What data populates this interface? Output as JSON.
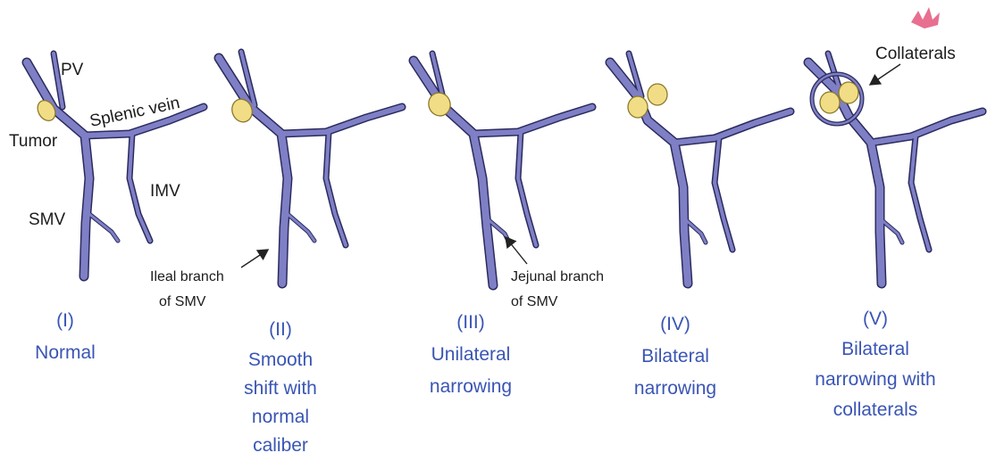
{
  "labels": {
    "pv": "PV",
    "splenic_vein": "Splenic vein",
    "tumor": "Tumor",
    "imv": "IMV",
    "smv": "SMV",
    "ileal_branch_line1": "Ileal branch",
    "ileal_branch_line2": "of SMV",
    "jejunal_branch_line1": "Jejunal branch",
    "jejunal_branch_line2": "of SMV",
    "collaterals": "Collaterals"
  },
  "stages": [
    {
      "numeral": "(I)",
      "caption": [
        "Normal"
      ]
    },
    {
      "numeral": "(II)",
      "caption": [
        "Smooth",
        "shift with",
        "normal",
        "caliber"
      ]
    },
    {
      "numeral": "(III)",
      "caption": [
        "Unilateral",
        "narrowing"
      ]
    },
    {
      "numeral": "(IV)",
      "caption": [
        "Bilateral",
        "narrowing"
      ]
    },
    {
      "numeral": "(V)",
      "caption": [
        "Bilateral",
        "narrowing with",
        "collaterals"
      ]
    }
  ],
  "colors": {
    "vein": "#7f7fc6",
    "tumor": "#f2dd87",
    "caption": "#3a55b4"
  }
}
